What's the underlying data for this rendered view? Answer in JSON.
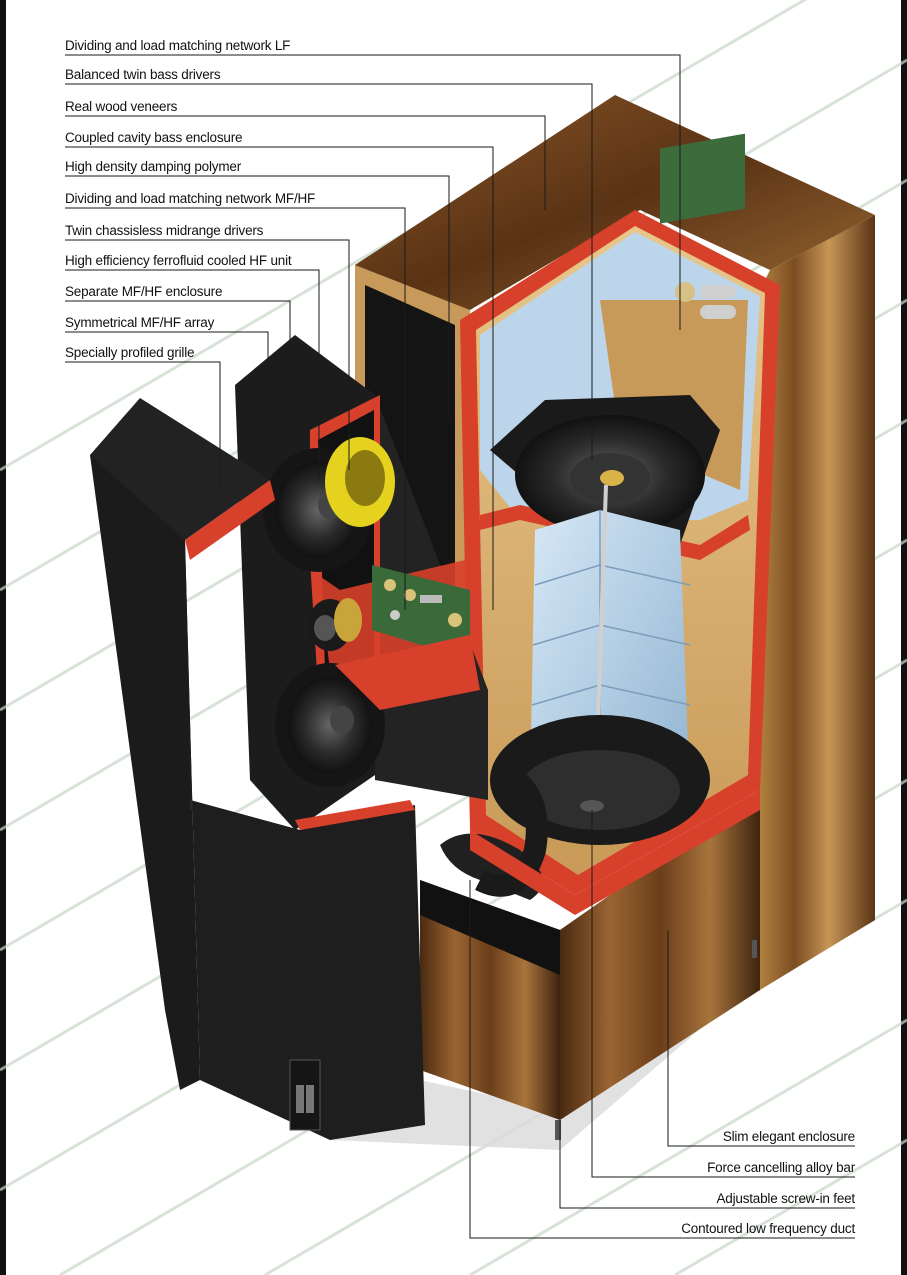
{
  "labels_left": [
    "Dividing and load matching network LF",
    "Balanced twin bass drivers",
    "Real wood veneers",
    "Coupled cavity bass enclosure",
    "High density damping polymer",
    "Dividing and load matching network MF/HF",
    "Twin chassisless midrange drivers",
    "High efficiency ferrofluid cooled HF unit",
    "Separate MF/HF enclosure",
    "Symmetrical MF/HF array",
    "Specially profiled grille"
  ],
  "labels_right": [
    "Slim elegant enclosure",
    "Force cancelling alloy bar",
    "Adjustable screw-in feet",
    "Contoured low frequency duct"
  ],
  "colors": {
    "wood": "#7a4a22",
    "wood_light": "#b8864a",
    "cavity_lining": "#d7402a",
    "grille": "#1f1f1f",
    "damping": "#b9d4ea",
    "driver": "#2a2a2a",
    "hf_dome": "#e6d21c"
  }
}
